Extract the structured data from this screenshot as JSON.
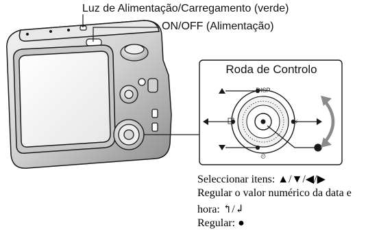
{
  "callouts": {
    "power_light": "Luz de Alimentação/Carregamento (verde)",
    "on_off": "ON/OFF (Alimentação)"
  },
  "control_wheel": {
    "title": "Roda de Controlo",
    "disp_label": "DISP",
    "selector_glyph": "◎"
  },
  "instructions": {
    "select_label": "Seleccionar itens:",
    "select_glyphs": "▲/▼/◀/▶",
    "adjust_label": "Regular o valor numérico da data e",
    "adjust_label_2": "hora:",
    "adjust_glyphs": "↰/↲",
    "set_label": "Regular:",
    "set_glyph": "●"
  },
  "colors": {
    "outline": "#1a1a1a",
    "camera_body": "#d9d9d9",
    "camera_shadow": "#9a9a9a",
    "wheel_ring": "#f2f2f2",
    "arc_arrow": "#8a8a8a"
  }
}
